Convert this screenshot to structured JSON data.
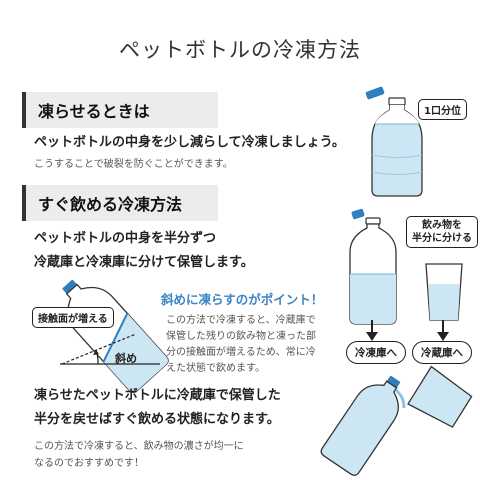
{
  "title": "ペットボトルの冷凍方法",
  "section1": {
    "heading": "凍らせるときは",
    "text": "ペットボトルの中身を少し減らして冷凍しましょう。",
    "note": "こうすることで破裂を防ぐことができます。",
    "tag": "1口分位"
  },
  "section2": {
    "heading": "すぐ飲める冷凍方法",
    "text_line1": "ペットボトルの中身を半分ずつ",
    "text_line2": "冷蔵庫と冷凍庫に分けて保管します。",
    "contact_label": "接触面が増える",
    "tilt_label": "斜め",
    "point_title": "斜めに凍らすのがポイント！",
    "point_lines": [
      "この方法で冷凍すると、冷蔵庫で",
      "保管した残りの飲み物と凍った部",
      "分の接触面が増えるため、常に冷",
      "えた状態で飲めます。"
    ],
    "split_tag_line1": "飲み物を",
    "split_tag_line2": "半分に分ける",
    "freezer_label": "冷凍庫へ",
    "fridge_label": "冷蔵庫へ"
  },
  "section3": {
    "text_line1": "凍らせたペットボトルに冷蔵庫で保管した",
    "text_line2": "半分を戻せばすぐ飲める状態になります。",
    "note_line1": "この方法で冷凍すると、飲み物の濃さが均一に",
    "note_line2": "なるのでおすすめです！"
  },
  "colors": {
    "accent_blue": "#3a85c6",
    "liquid": "#cde6f4",
    "cap": "#2f7fc1",
    "heading_bg": "#ececec"
  }
}
